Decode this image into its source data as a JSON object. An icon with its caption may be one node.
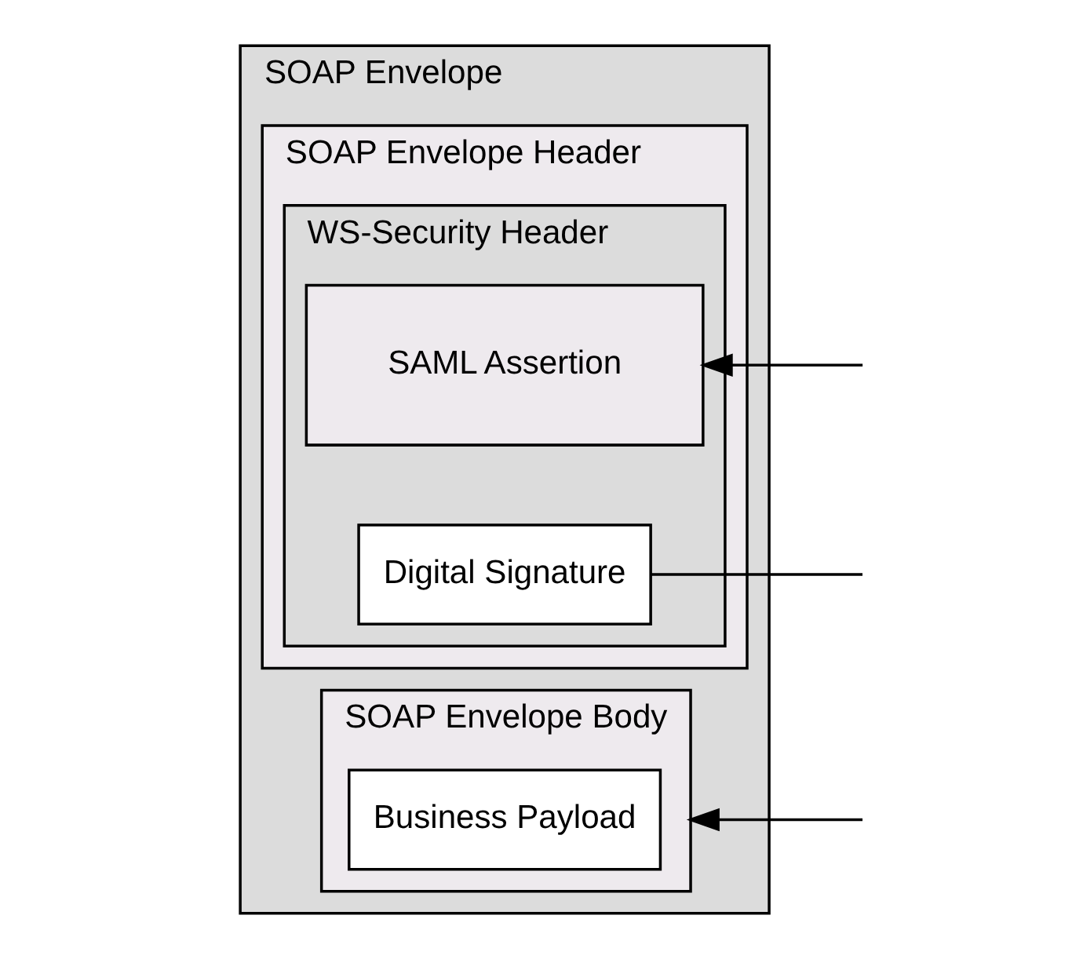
{
  "diagram": {
    "nodes": [
      {
        "text": [
          "SOAP Envelope"
        ]
      },
      {
        "text": [
          "SOAP Envelope Header"
        ],
        "in": 0
      },
      {
        "text": [
          "WS-Security Header"
        ],
        "in": 1
      },
      {
        "text": [
          "SAML Assertion"
        ],
        "in": 2
      },
      {
        "text": [
          "Digital Signature"
        ],
        "in": 2
      },
      {
        "text": [
          "SOAP Envelope Body"
        ],
        "in": 0
      },
      {
        "text": [
          "Business Payload"
        ],
        "in": 5
      }
    ],
    "edges": [
      {
        "from": null,
        "to": 3,
        "arrow": "to"
      },
      {
        "from": 4,
        "to": null,
        "arrow": "none"
      },
      {
        "from": null,
        "to": 5,
        "arrow": "to"
      }
    ]
  }
}
